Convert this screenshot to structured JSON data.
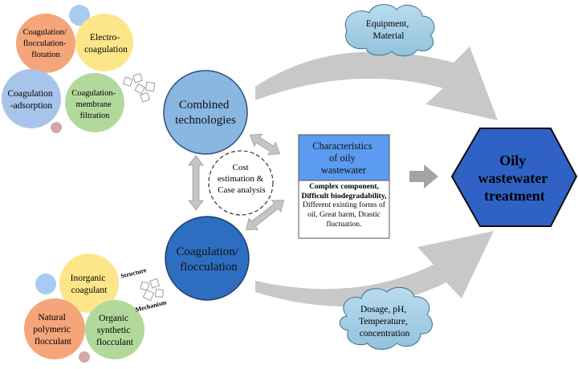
{
  "diagram": {
    "top_circles": {
      "coag_floc_flot": [
        "Coagulation/",
        "flocculation-",
        "flotation"
      ],
      "electro": [
        "Electro-",
        "coagulation"
      ],
      "coag_adsorption": [
        "Coagulation",
        "-adsorption"
      ],
      "coag_membrane": [
        "Coagulation-",
        "membrane",
        "filtration"
      ]
    },
    "bottom_circles": {
      "inorganic": [
        "Inorganic",
        "coagulant"
      ],
      "natural": [
        "Natural",
        "polymeric",
        "flocculant"
      ],
      "organic": [
        "Organic",
        "synthetic",
        "flocculant"
      ]
    },
    "structure_label": "Structure",
    "mechanism_label": "Mechanism",
    "combined": [
      "Combined",
      "technologies"
    ],
    "coagulation": [
      "Coagulation/",
      "flocculation"
    ],
    "cost_case": [
      "Cost",
      "estimation &",
      "Case analysis"
    ],
    "characteristics": {
      "title": [
        "Characteristics",
        "of oily",
        "wastewater"
      ],
      "bold1": "Complex component,",
      "bold2": "Difficult biodegradability,",
      "body": "Different existing forms of oil, Great harm, Drastic fluctuation."
    },
    "cloud_top": [
      "Equipment,",
      "Material"
    ],
    "cloud_bottom": [
      "Dosage, pH,",
      "Temperature,",
      "concentration"
    ],
    "target": [
      "Oily",
      "wastewater",
      "treatment"
    ]
  },
  "colors": {
    "orange": "#f4a57a",
    "yellow": "#fde68a",
    "blue_light": "#a9c4ea",
    "green": "#b3d89c",
    "small_blue": "#a6cdf0",
    "small_pink": "#d3a8a8",
    "combined_fill": "#8ab6e2",
    "coag_fill": "#2e6ec0",
    "char_header": "#5b9bf0",
    "cloud": "#a3cfe6",
    "hexagon": "#2f62c4",
    "arrow": "#c8c8c8"
  }
}
